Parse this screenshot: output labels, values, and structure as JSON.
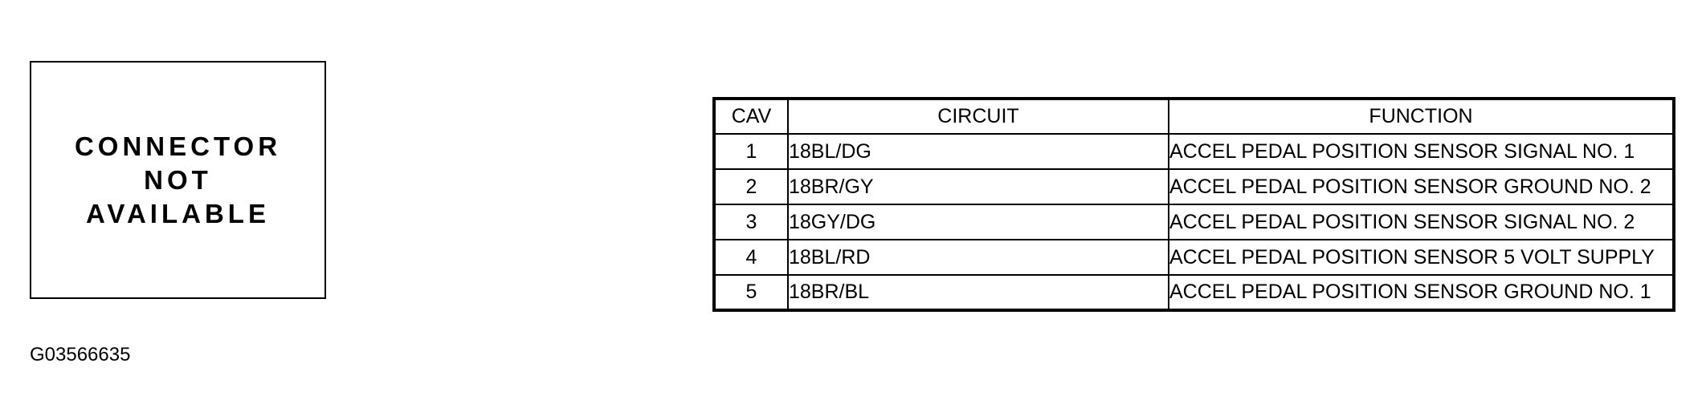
{
  "connector": {
    "lines": [
      "CONNECTOR",
      "NOT",
      "AVAILABLE"
    ]
  },
  "figure_id": "G03566635",
  "table": {
    "headers": {
      "cav": "CAV",
      "circuit": "CIRCUIT",
      "function": "FUNCTION"
    },
    "rows": [
      {
        "cav": "1",
        "circuit": "18BL/DG",
        "function": "ACCEL PEDAL POSITION SENSOR SIGNAL NO. 1"
      },
      {
        "cav": "2",
        "circuit": "18BR/GY",
        "function": "ACCEL PEDAL POSITION SENSOR GROUND NO. 2"
      },
      {
        "cav": "3",
        "circuit": "18GY/DG",
        "function": "ACCEL PEDAL POSITION SENSOR SIGNAL NO. 2"
      },
      {
        "cav": "4",
        "circuit": "18BL/RD",
        "function": "ACCEL PEDAL POSITION SENSOR 5 VOLT SUPPLY"
      },
      {
        "cav": "5",
        "circuit": "18BR/BL",
        "function": "ACCEL PEDAL POSITION SENSOR GROUND NO. 1"
      }
    ]
  }
}
